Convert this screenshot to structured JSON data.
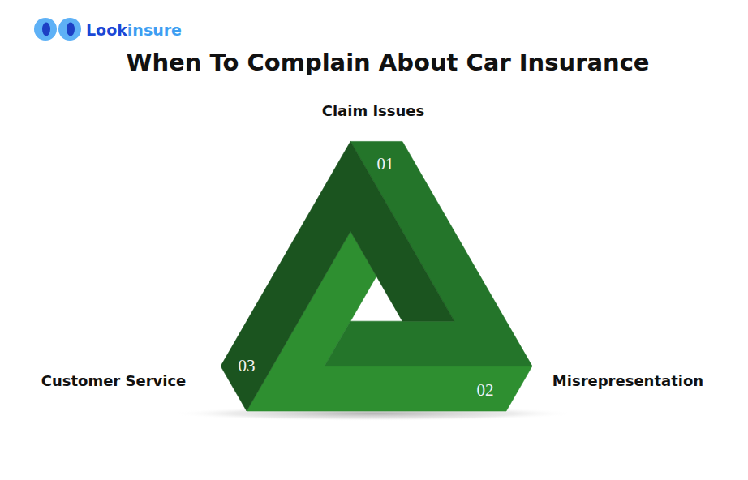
{
  "diagram": {
    "title": "When To Complain About Car Insurance",
    "labels": [
      "Look",
      "insure",
      "Claim Issues",
      "01",
      "03",
      "02",
      "Customer Service",
      "Misrepresentation"
    ]
  }
}
